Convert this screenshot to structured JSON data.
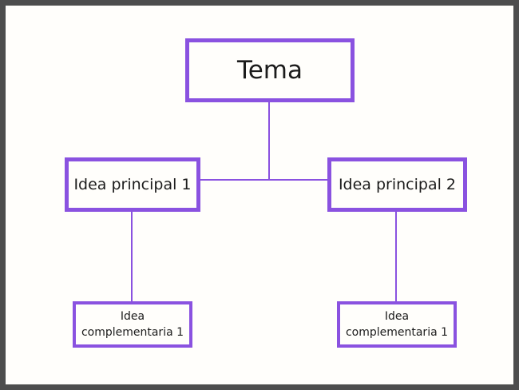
{
  "diagram": {
    "type": "concept-map",
    "colors": {
      "frame": "#4d4d4d",
      "node_border": "#8a52e0",
      "connector": "#8a52e0",
      "background": "#fffefb",
      "text": "#1c1c1c"
    },
    "nodes": {
      "tema": {
        "label": "Tema"
      },
      "principal1": {
        "label": "Idea principal 1"
      },
      "principal2": {
        "label": "Idea principal 2"
      },
      "complementaria1": {
        "label": "Idea complementaria 1"
      },
      "complementaria2": {
        "label": "Idea complementaria 1"
      }
    },
    "connectors": [
      {
        "from": "tema",
        "to": "branch"
      },
      {
        "from": "principal1",
        "to": "principal2"
      },
      {
        "from": "principal1",
        "to": "complementaria1"
      },
      {
        "from": "principal2",
        "to": "complementaria2"
      }
    ]
  }
}
